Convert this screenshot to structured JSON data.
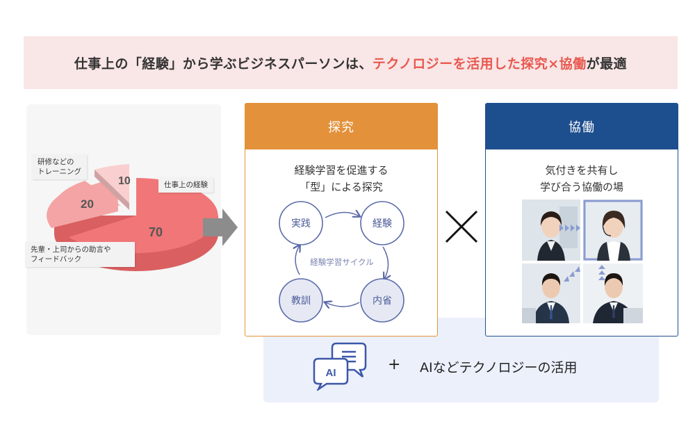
{
  "banner": {
    "text_main": "仕事上の「経験」から学ぶビジネスパーソンは、",
    "text_highlight": "テクノロジーを活用した探究×協働",
    "text_tail": "が最適"
  },
  "pie": {
    "slices": [
      {
        "label": "仕事上の経験",
        "value": 70
      },
      {
        "label": "先輩・上司からの助言やフィードバック",
        "value": 20
      },
      {
        "label": "研修などのトレーニング",
        "value": 10
      }
    ],
    "value_labels": {
      "large": "70",
      "medium": "20",
      "small": "10"
    },
    "callouts": {
      "training_line1": "研修などの",
      "training_line2": "トレーニング",
      "work": "仕事上の経験",
      "advice_line1": "先輩・上司からの助言や",
      "advice_line2": "フィードバック"
    },
    "colors": {
      "large": "#f07677",
      "medium": "#f4a4a4",
      "small": "#f9cfcf"
    }
  },
  "inquiry": {
    "title": "探究",
    "desc_line1": "経験学習を促進する",
    "desc_line2": "「型」による探究",
    "cycle_label": "経験学習サイクル",
    "nodes": {
      "practice": "実践",
      "experience": "経験",
      "reflection": "内省",
      "lesson": "教訓"
    },
    "accent": "#e3913b"
  },
  "collab": {
    "title": "協働",
    "desc_line1": "気付きを共有し",
    "desc_line2": "学び合う協働の場",
    "accent": "#1d4f8e"
  },
  "ai": {
    "icon_text": "AI",
    "plus": "+",
    "text": "AIなどテクノロジーの活用"
  }
}
